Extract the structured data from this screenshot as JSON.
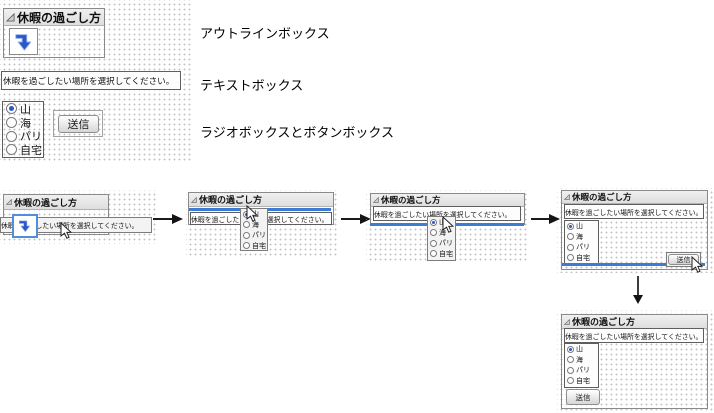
{
  "title_labels": {
    "outline_box": "アウトラインボックス",
    "text_box": "テキストボックス",
    "radio_and_button": "ラジオボックスとボタンボックス"
  },
  "widget": {
    "outline_title": "休暇の過ごし方",
    "prompt_text": "休暇を過ごしたい場所を選択してください。",
    "radio_options": [
      "山",
      "海",
      "パリ",
      "自宅"
    ],
    "selected_option": "山",
    "submit_label": "送信"
  },
  "icons": {
    "insert_arrow": "blue-down-arrow-icon",
    "disclosure": "disclosure-triangle-icon",
    "pointer": "mouse-cursor-icon"
  },
  "colors": {
    "accent_blue": "#2b57c8",
    "drop_indicator_blue": "#3d7cd4",
    "selection_border_blue": "#4f8fdd",
    "header_gray": "#e8e8e8"
  }
}
